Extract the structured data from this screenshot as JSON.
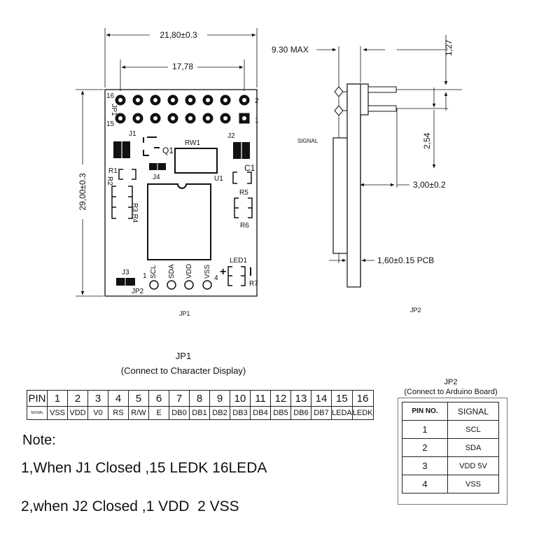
{
  "pcb": {
    "dim_width": "21,80±0.3",
    "dim_pitch_span": "17,78",
    "dim_height": "29,00±0.3",
    "pin_16": "16",
    "pin_15": "15",
    "pin_2": "2",
    "pin_1": "1",
    "jp1_label": "JP1",
    "j1": "J1",
    "j2": "J2",
    "q1": "Q1",
    "rw1": "RW1",
    "j4": "J4",
    "r1": "R1",
    "r2": "R2",
    "c1": "C1",
    "u1": "U1",
    "r5": "R5",
    "r6": "R6",
    "r3r4": "R3 R4",
    "j3": "J3",
    "jp2_label": "JP2",
    "hdr_pin1": "1",
    "hdr_pin4": "4",
    "scl": "SCL",
    "sda": "SDA",
    "vdd": "VDD",
    "vss": "VSS",
    "plus": "+",
    "led1": "LED1",
    "r7": "R7",
    "cut_label": "JP1"
  },
  "side": {
    "max_height": "9.30 MAX",
    "pin_offset": "1,27",
    "signal": "SIGNAL",
    "pitch": "2,54",
    "pin_length": "3,00±0.2",
    "pcb_thickness": "1,60±0.15 PCB",
    "cut_label": "JP2"
  },
  "jp1_table": {
    "title": "JP1",
    "subtitle": "(Connect to Character Display)",
    "pin_header": "PIN",
    "signal_header": "SIGNAL",
    "pins": [
      "1",
      "2",
      "3",
      "4",
      "5",
      "6",
      "7",
      "8",
      "9",
      "10",
      "11",
      "12",
      "13",
      "14",
      "15",
      "16"
    ],
    "signals": [
      "VSS",
      "VDD",
      "V0",
      "RS",
      "R/W",
      "E",
      "DB0",
      "DB1",
      "DB2",
      "DB3",
      "DB4",
      "DB5",
      "DB6",
      "DB7",
      "LEDA",
      "LEDK"
    ]
  },
  "jp2_table": {
    "title": "JP2",
    "subtitle": "(Connect to Arduino Board)",
    "col_pin": "PIN NO.",
    "col_signal": "SIGNAL",
    "rows": [
      {
        "pin": "1",
        "signal": "SCL"
      },
      {
        "pin": "2",
        "signal": "SDA"
      },
      {
        "pin": "3",
        "signal": "VDD 5V"
      },
      {
        "pin": "4",
        "signal": "VSS"
      }
    ]
  },
  "notes": {
    "heading": "Note:",
    "line1": "1,When J1 Closed ,15 LEDK 16LEDA",
    "line2": "2,when J2 Closed ,1 VDD  2 VSS"
  }
}
